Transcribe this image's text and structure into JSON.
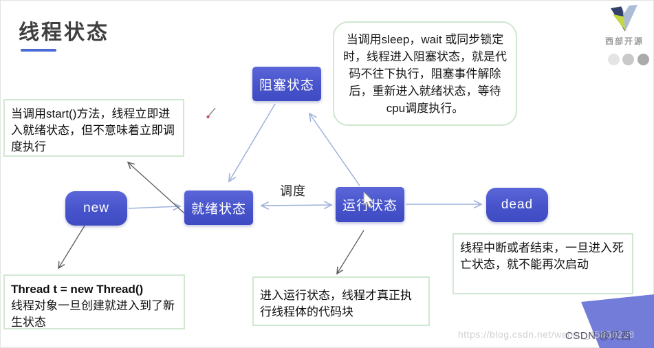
{
  "page": {
    "title": "线程状态"
  },
  "logo": {
    "name": "西部开源"
  },
  "callout": {
    "text": "当调用sleep，wait 或同步锁定时，线程进入阻塞状态，就是代码不往下执行，阻塞事件解除后，重新进入就绪状态，等待cpu调度执行。"
  },
  "nodes": {
    "blocked": {
      "label": "阻塞状态"
    },
    "new": {
      "label": "new"
    },
    "ready": {
      "label": "就绪状态"
    },
    "running": {
      "label": "运行状态"
    },
    "dead": {
      "label": "dead"
    }
  },
  "edges": {
    "schedule_label": "调度"
  },
  "notes": {
    "start": {
      "text": "当调用start()方法，线程立即进入就绪状态，但不意味着立即调度执行"
    },
    "thread_new": {
      "code": "Thread t = new Thread()",
      "text": "线程对象一旦创建就进入到了新生状态"
    },
    "running": {
      "text": "进入运行状态，线程才真正执行线程体的代码块"
    },
    "dead": {
      "text": "线程中断或者结束，一旦进入死亡状态，就不能再次启动"
    }
  },
  "watermark": {
    "url": "https://blog.csdn.net/weixin_45850238",
    "handle": "CSDN @贝西"
  },
  "colors": {
    "node_blue": "#4a55cb",
    "note_border": "#d2e7d2",
    "callout_border": "#cfe6cf",
    "accent_underline": "#4a6bd4",
    "arrow_light": "#9db1da",
    "arrow_dark": "#5a5a5a",
    "corner_triangle": "#737dd9",
    "logo_navy": "#33406b",
    "logo_green": "#c3d843"
  }
}
